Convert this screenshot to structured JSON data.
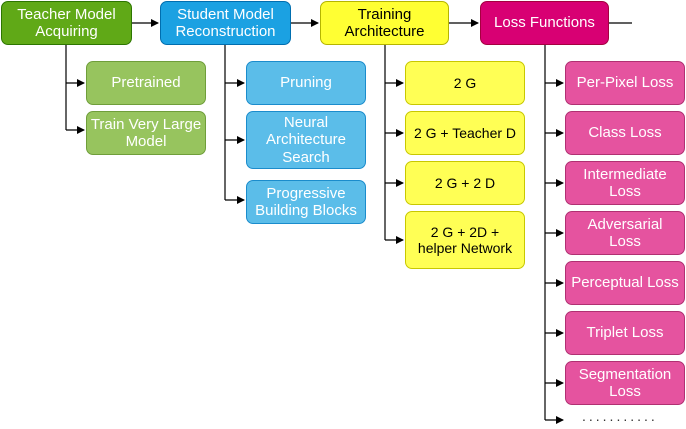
{
  "headers": [
    {
      "id": "teacher",
      "label": "Teacher Model\nAcquiring"
    },
    {
      "id": "student",
      "label": "Student Model\nReconstruction"
    },
    {
      "id": "training",
      "label": "Training\nArchitecture"
    },
    {
      "id": "loss",
      "label": "Loss Functions"
    }
  ],
  "teacher_items": [
    "Pretrained",
    "Train Very Large\nModel"
  ],
  "student_items": [
    "Pruning",
    "Neural\nArchitecture\nSearch",
    "Progressive\nBuilding Blocks"
  ],
  "training_items": [
    "2 G",
    "2 G + Teacher D",
    "2 G + 2 D",
    "2 G + 2D +\nhelper Network"
  ],
  "loss_items": [
    "Per-Pixel Loss",
    "Class Loss",
    "Intermediate\nLoss",
    "Adversarial\nLoss",
    "Perceptual Loss",
    "Triplet Loss",
    "Segmentation\nLoss"
  ],
  "loss_more": "...........",
  "colors": {
    "teacher": "#60a917",
    "teacher_light": "#97c45e",
    "student": "#1ba1e2",
    "student_light": "#5bbde9",
    "training": "#ffff33",
    "training_light": "#ffff55",
    "loss": "#d80073",
    "loss_light": "#e5539f"
  }
}
